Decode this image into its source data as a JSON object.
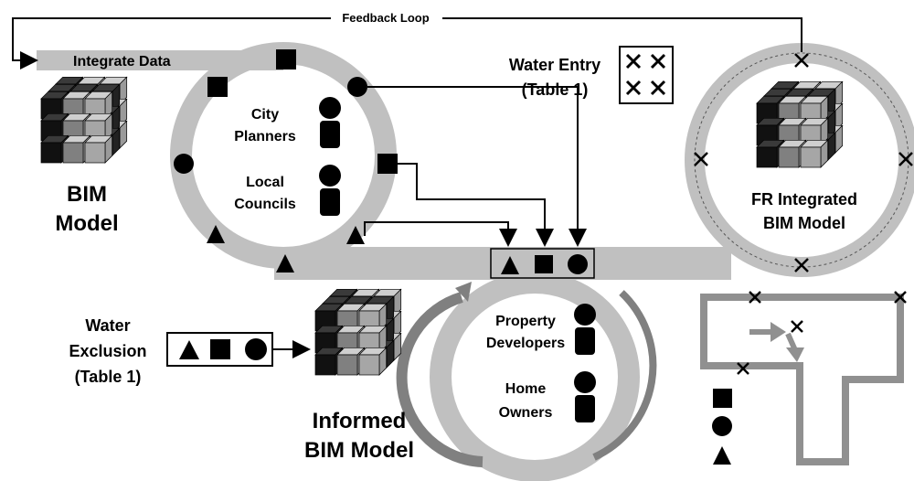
{
  "labels": {
    "feedback_loop": "Feedback Loop",
    "integrate_data": "Integrate Data",
    "bim_model_line1": "BIM",
    "bim_model_line2": "Model",
    "city_planners_line1": "City",
    "city_planners_line2": "Planners",
    "local_councils_line1": "Local",
    "local_councils_line2": "Councils",
    "water_entry_line1": "Water Entry",
    "water_entry_line2": "(Table 1)",
    "fr_model_line1": "FR Integrated",
    "fr_model_line2": "BIM Model",
    "property_developers_line1": "Property",
    "property_developers_line2": "Developers",
    "home_owners_line1": "Home",
    "home_owners_line2": "Owners",
    "water_exclusion_line1": "Water",
    "water_exclusion_line2": "Exclusion",
    "water_exclusion_line3": "(Table 1)",
    "informed_model_line1": "Informed",
    "informed_model_line2": "BIM Model"
  },
  "colors": {
    "track": "#c0c0c0",
    "track_dark": "#808080",
    "cube_dark": "#111111",
    "cube_mid": "#808080",
    "cube_light": "#a6a6a6"
  },
  "icons": [
    "square-icon",
    "circle-icon",
    "triangle-icon",
    "cross-icon",
    "person-icon",
    "cube-stack-icon"
  ]
}
